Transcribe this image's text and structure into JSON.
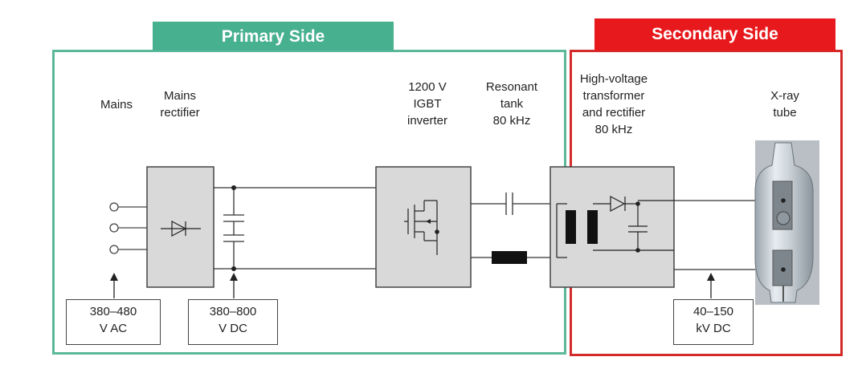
{
  "headers": {
    "primary": "Primary Side",
    "secondary": "Secondary Side"
  },
  "blocks": {
    "mains": "Mains",
    "rectifier_line1": "Mains",
    "rectifier_line2": "rectifier",
    "inverter_line1": "1200 V",
    "inverter_line2": "IGBT",
    "inverter_line3": "inverter",
    "tank_line1": "Resonant",
    "tank_line2": "tank",
    "tank_line3": "80 kHz",
    "hv_line1": "High-voltage",
    "hv_line2": "transformer",
    "hv_line3": "and rectifier",
    "hv_line4": "80 kHz",
    "tube_line1": "X-ray",
    "tube_line2": "tube"
  },
  "specs": {
    "ac_line1": "380–480",
    "ac_line2": "V AC",
    "dc_line1": "380–800",
    "dc_line2": "V DC",
    "kv_line1": "40–150",
    "kv_line2": "kV DC"
  },
  "colors": {
    "primary": "#47b08f",
    "secondary": "#e8191c",
    "block_fill": "#d9d9d9"
  }
}
